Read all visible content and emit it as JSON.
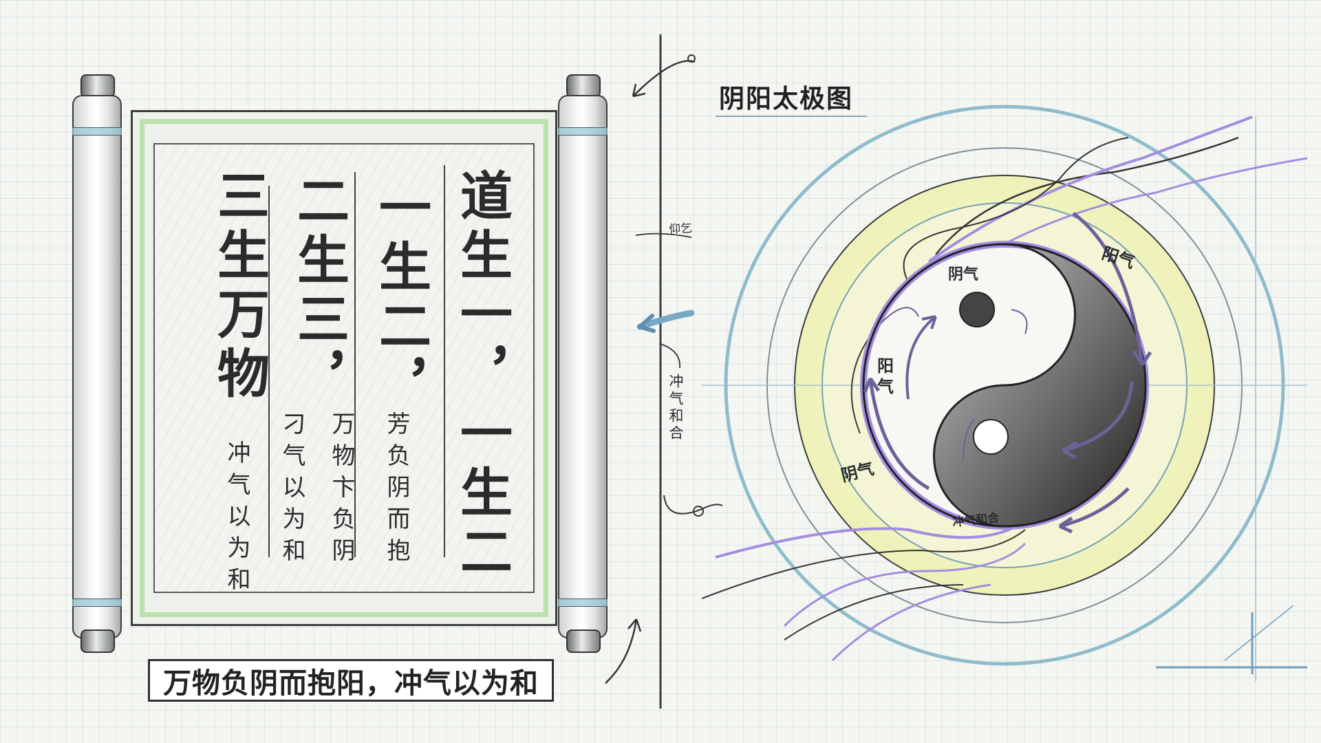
{
  "scroll": {
    "columns": [
      {
        "main": "道生一，",
        "sub": ""
      },
      {
        "main": "一生二，",
        "sub": "芳负阴而抱"
      },
      {
        "main": "二生三，",
        "sub": "万物卞负阴"
      },
      {
        "main": "三生万物",
        "sub": "刁气以为和"
      },
      {
        "main": "",
        "sub": "冲气以为和"
      }
    ],
    "right_column": "一生二"
  },
  "caption": "万物负阴而抱阳，冲气以为和",
  "divider_notes": {
    "top": "仰乞",
    "middle": "冲气和合"
  },
  "diagram": {
    "title": "阴阳太极图",
    "labels": {
      "yin_top": "阴气",
      "yang_right": "阳气",
      "yang_left": "阳气",
      "yin_bottom_left": "阴气",
      "harmony": "冲气和合"
    }
  },
  "colors": {
    "paper": "#f4f6f2",
    "grid": "#96aabe",
    "scroll_green": "#a8de96",
    "accent_purple": "#a48ce0",
    "accent_blue": "#8fbccb",
    "glow_yellow": "#f1f3c2",
    "ink": "#2a2c2c"
  }
}
